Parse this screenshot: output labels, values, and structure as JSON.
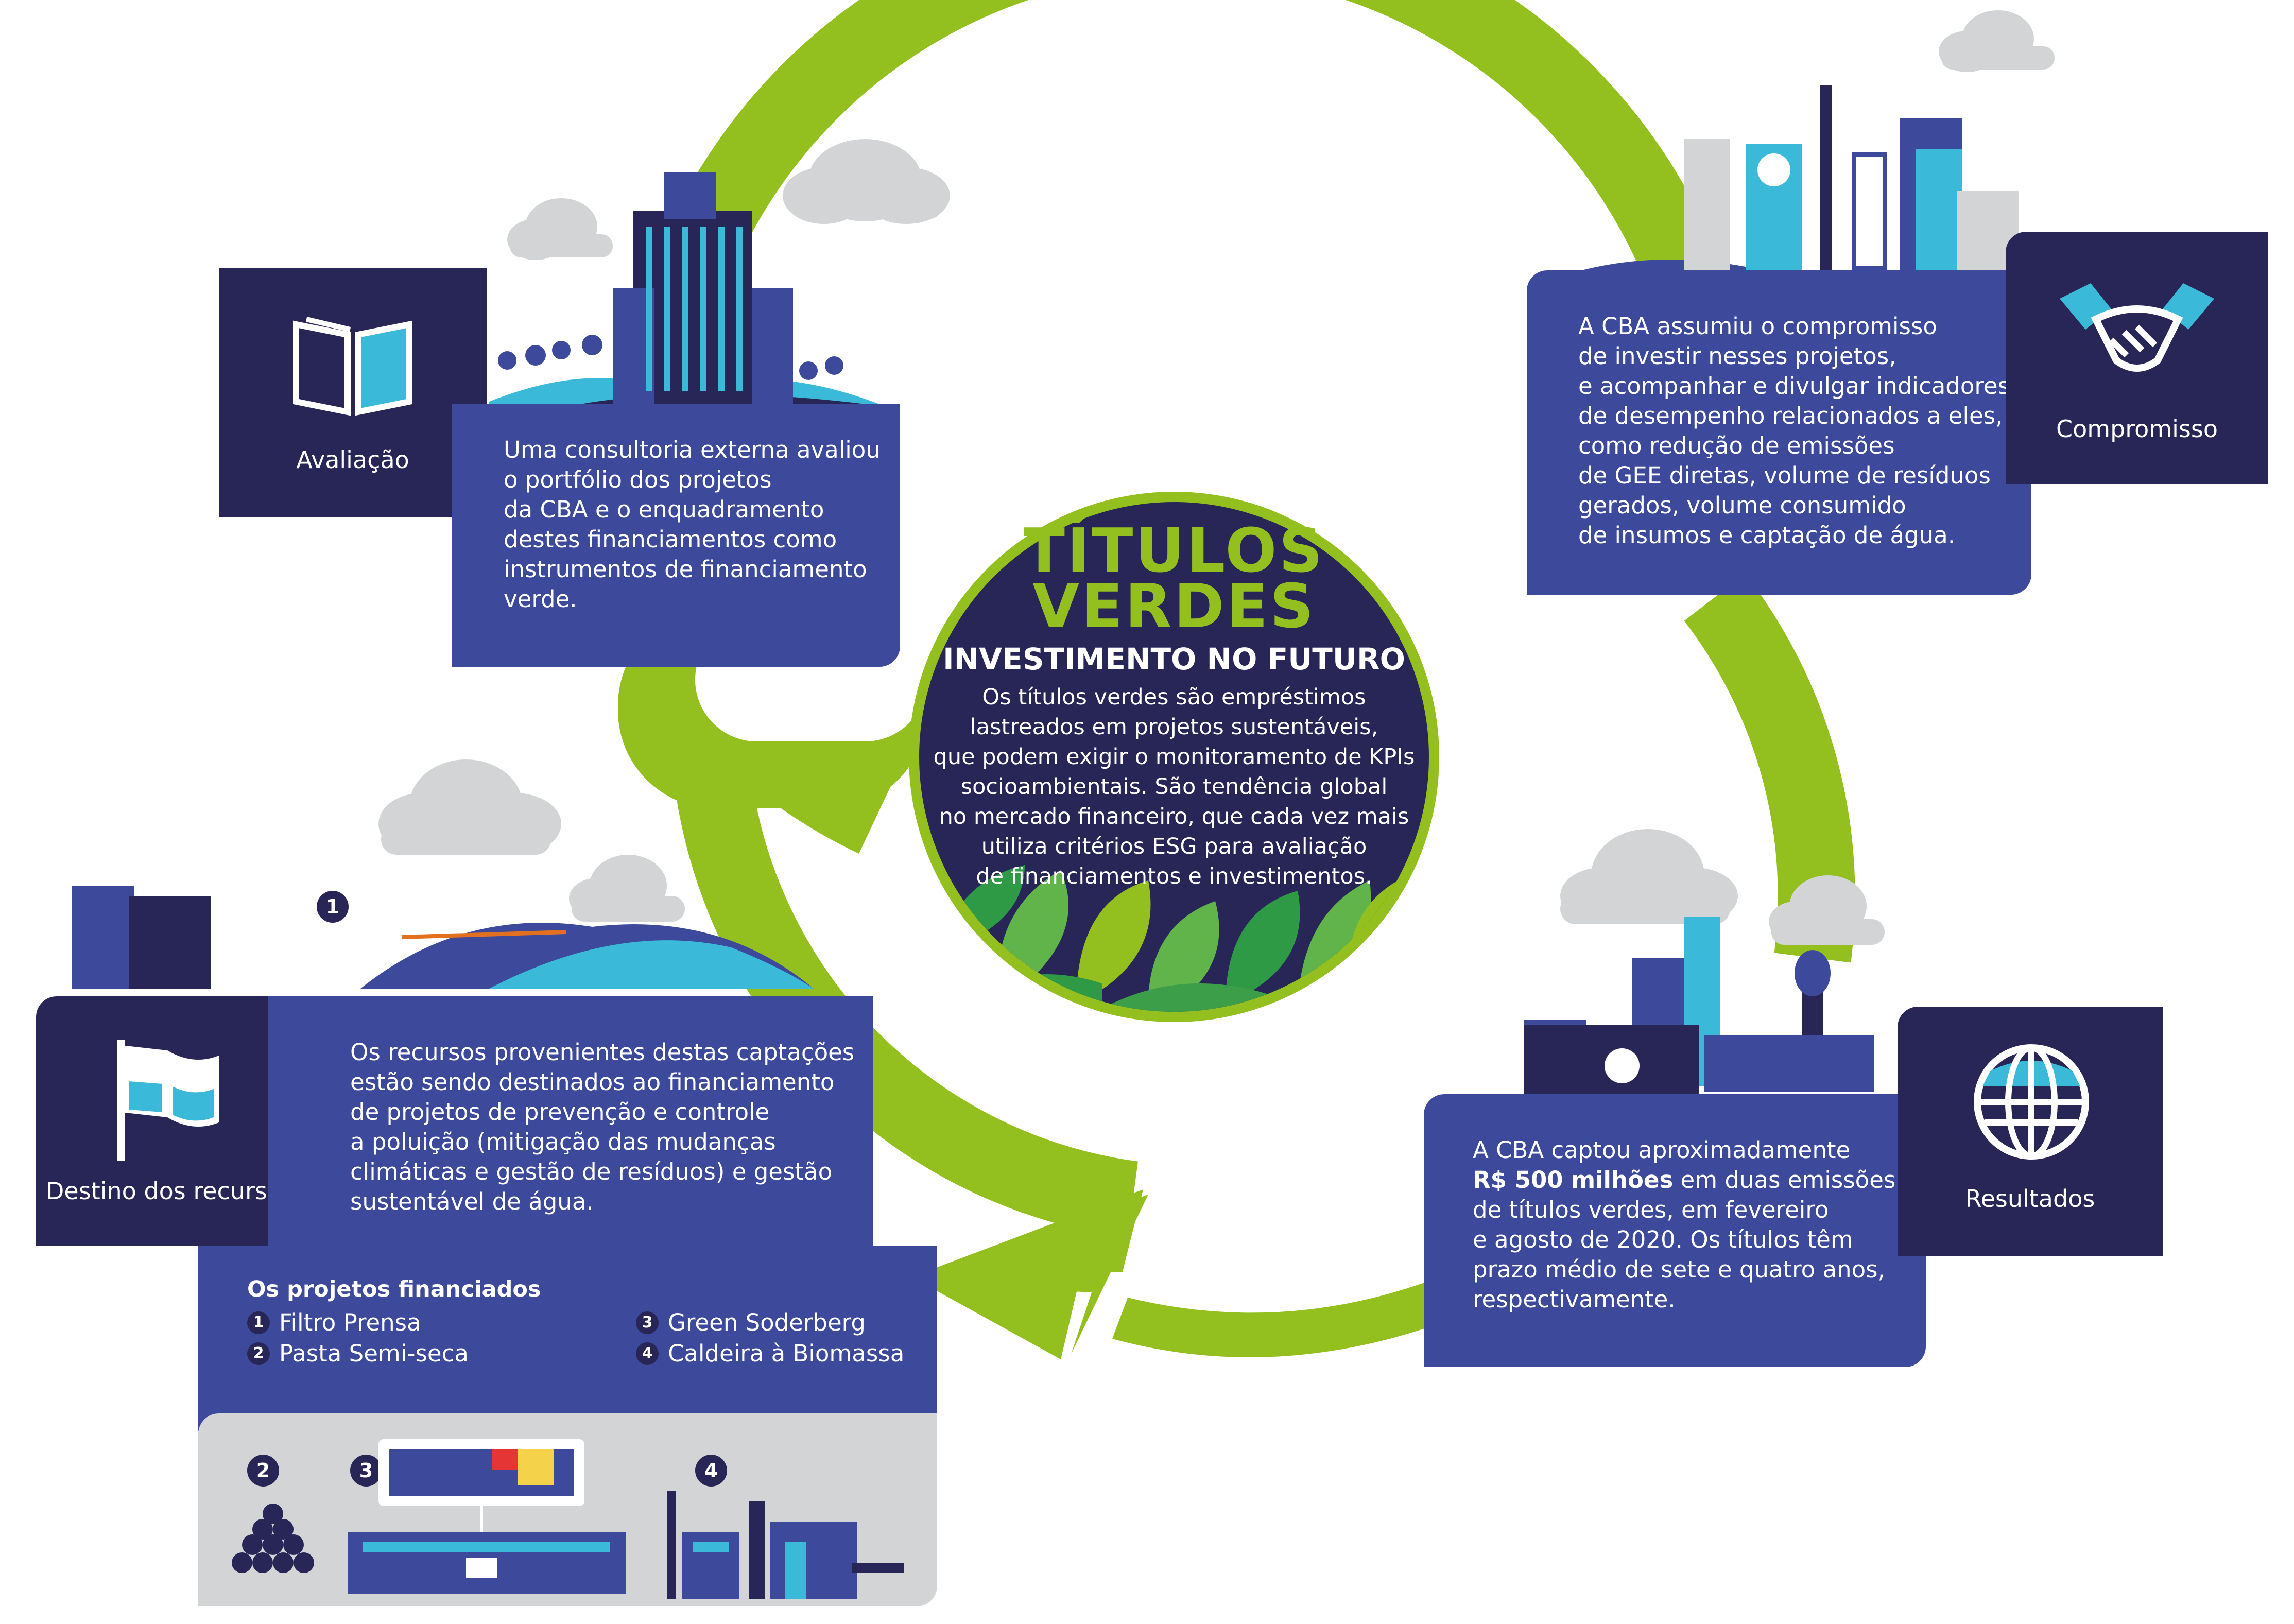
{
  "center": {
    "title_line1": "TÍTULOS",
    "title_line2": "VERDES",
    "subtitle": "INVESTIMENTO NO FUTURO",
    "text": "Os títulos verdes são empréstimos\nlastreados em projetos sustentáveis,\nque podem exigir o monitoramento de KPIs\nsocioambientais. São tendência global\nno mercado financeiro, que cada vez mais\nutiliza critérios ESG para avaliação\nde financiamentos e investimentos."
  },
  "avaliacao": {
    "label": "Avaliação",
    "icon": "open-book-icon",
    "text": "Uma consultoria externa avaliou\no portfólio dos projetos\nda CBA e o enquadramento\ndestes financiamentos como\ninstrumentos de financiamento\nverde."
  },
  "compromisso": {
    "label": "Compromisso",
    "icon": "handshake-icon",
    "text": "A CBA assumiu o compromisso\nde investir nesses projetos,\ne acompanhar e divulgar indicadores\nde desempenho relacionados a eles,\ncomo redução de emissões\nde GEE diretas, volume de resíduos\ngerados, volume consumido\nde insumos e captação de água."
  },
  "resultados": {
    "label": "Resultados",
    "icon": "globe-icon",
    "text_before": "A CBA captou aproximadamente",
    "text_bold": "R$ 500 milhões",
    "text_after": " em duas emissões\nde títulos verdes, em fevereiro\ne agosto de 2020. Os títulos têm\nprazo médio de sete e quatro anos,\nrespectivamente."
  },
  "destino": {
    "label": "Destino dos recursos",
    "icon": "flag-icon",
    "text": "Os recursos provenientes destas captações\nestão sendo destinados ao financiamento\nde projetos de prevenção e controle\na poluição (mitigação das mudanças\nclimáticas e gestão de resíduos) e gestão\nsustentável de água."
  },
  "projetos": {
    "title": "Os projetos financiados",
    "items": [
      {
        "num": "1",
        "label": "Filtro Prensa"
      },
      {
        "num": "2",
        "label": "Pasta Semi-seca"
      },
      {
        "num": "3",
        "label": "Green Soderberg"
      },
      {
        "num": "4",
        "label": "Caldeira à Biomassa"
      }
    ],
    "illustration_numbers": [
      "1",
      "2",
      "3",
      "4"
    ]
  },
  "colors": {
    "navy": "#272657",
    "panel_blue": "#3d4a9c",
    "green_arrow": "#93c01f",
    "cyan": "#3ab9d8",
    "cloud": "#d3d4d6"
  }
}
